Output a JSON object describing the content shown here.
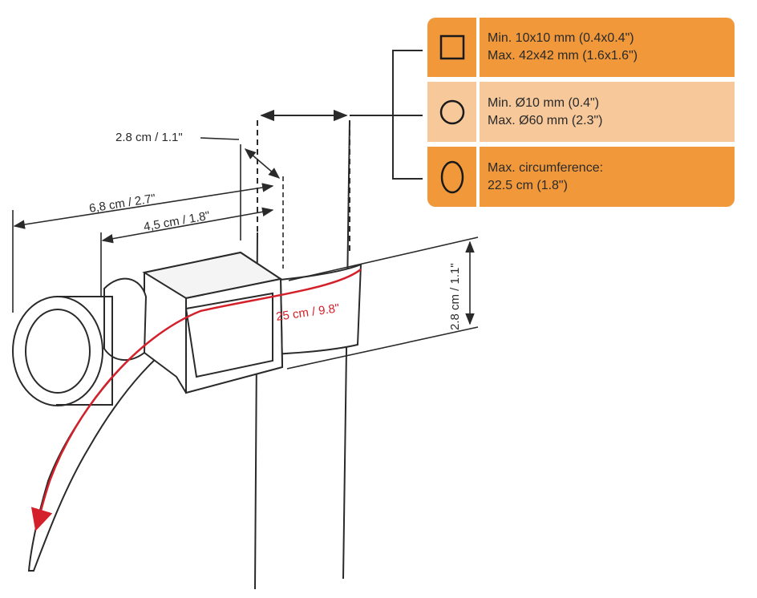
{
  "colors": {
    "accent_dark": "#f0983a",
    "accent_light": "#f6c89a",
    "measure_red": "#d4202a",
    "line": "#2a2a2a"
  },
  "dimensions": {
    "clip_gap": "2.8 cm / 1.1\"",
    "overall_length": "6,8 cm / 2.7\"",
    "inner_length": "4,5 cm / 1.8\"",
    "strap_height": "2.8 cm / 1.1\"",
    "strap_length": "25 cm / 9.8\""
  },
  "specs": [
    {
      "icon": "square-icon",
      "line1": "Min. 10x10 mm (0.4x0.4\")",
      "line2": "Max. 42x42 mm (1.6x1.6\")"
    },
    {
      "icon": "circle-icon",
      "line1": "Min. Ø10 mm (0.4\")",
      "line2": "Max. Ø60 mm (2.3\")"
    },
    {
      "icon": "oval-icon",
      "line1": "Max. circumference:",
      "line2": "22.5 cm (1.8\")"
    }
  ]
}
